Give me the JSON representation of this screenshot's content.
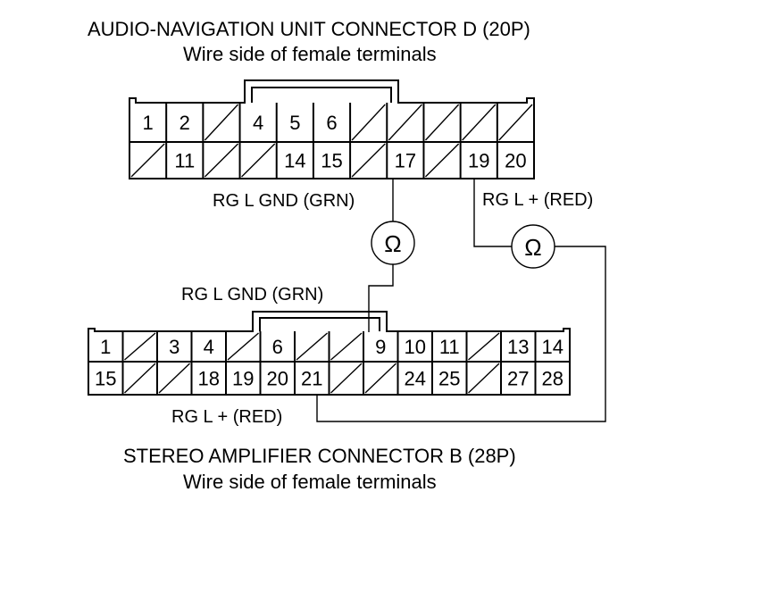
{
  "connector_d": {
    "title": "AUDIO-NAVIGATION UNIT CONNECTOR D (20P)",
    "subtitle": "Wire side of female terminals",
    "top_row": [
      "1",
      "2",
      "",
      "4",
      "5",
      "6",
      "",
      "",
      "",
      "",
      ""
    ],
    "bottom_row": [
      "",
      "11",
      "",
      "",
      "14",
      "15",
      "",
      "17",
      "",
      "19",
      "20"
    ]
  },
  "connector_b": {
    "title": "STEREO AMPLIFIER CONNECTOR B (28P)",
    "subtitle": "Wire side of female terminals",
    "top_row": [
      "1",
      "",
      "3",
      "4",
      "",
      "6",
      "",
      "",
      "9",
      "10",
      "11",
      "",
      "13",
      "14"
    ],
    "bottom_row": [
      "15",
      "",
      "",
      "18",
      "19",
      "20",
      "21",
      "",
      "",
      "24",
      "25",
      "",
      "27",
      "28"
    ]
  },
  "wires": {
    "gnd_top_label": "RG L GND (GRN)",
    "pos_top_label": "RG L +  (RED)",
    "gnd_bottom_label": "RG L GND (GRN)",
    "pos_bottom_label": "RG L +  (RED)",
    "meter_symbol": "Ω"
  }
}
